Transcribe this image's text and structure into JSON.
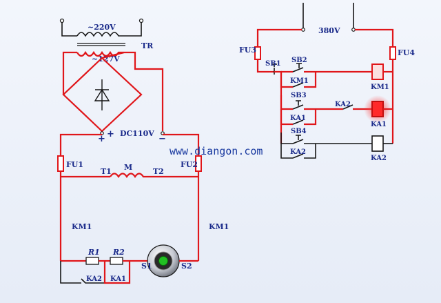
{
  "labels": {
    "v220": "~220V",
    "tr": "TR",
    "v127": "~127V",
    "plus": "+",
    "minus": "−",
    "dc": "DC110V",
    "fu1": "FU1",
    "fu2": "FU2",
    "t1": "T1",
    "m": "M",
    "t2": "T2",
    "km1_left": "KM1",
    "km1_right": "KM1",
    "r1": "R1",
    "r2": "R2",
    "s1": "S1",
    "s2": "S2",
    "ka2_bottom": "KA2",
    "ka1_bottom": "KA1",
    "v380": "380V",
    "fu3": "FU3",
    "fu4": "FU4",
    "sb1": "SB1",
    "sb2": "SB2",
    "km1_contact": "KM1",
    "km1_coil": "KM1",
    "sb3": "SB3",
    "ka2_contact": "KA2",
    "ka1_contact": "KA1",
    "ka1_coil": "KA1",
    "sb4": "SB4",
    "ka2_hold": "KA2",
    "ka2_coil": "KA2"
  },
  "watermark": "www.diangon.com",
  "colors": {
    "energized": "#e0161a",
    "deenergized": "#151515",
    "label": "#1a2a8a",
    "indicator": "#22c022"
  }
}
